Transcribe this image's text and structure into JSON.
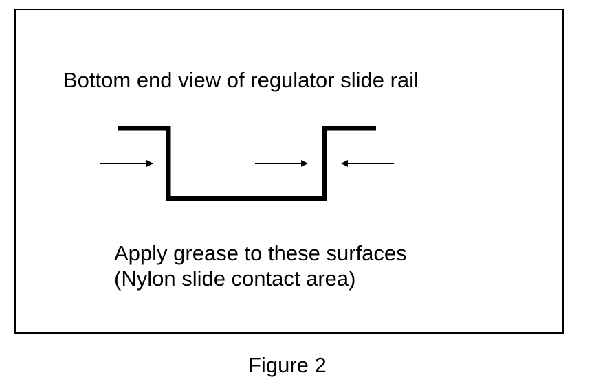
{
  "diagram": {
    "title": "Bottom end view of regulator slide rail",
    "note_line1": "Apply grease to these surfaces",
    "note_line2": "(Nylon slide contact area)",
    "caption": "Figure 2",
    "colors": {
      "line": "#000000",
      "background": "#ffffff"
    }
  }
}
